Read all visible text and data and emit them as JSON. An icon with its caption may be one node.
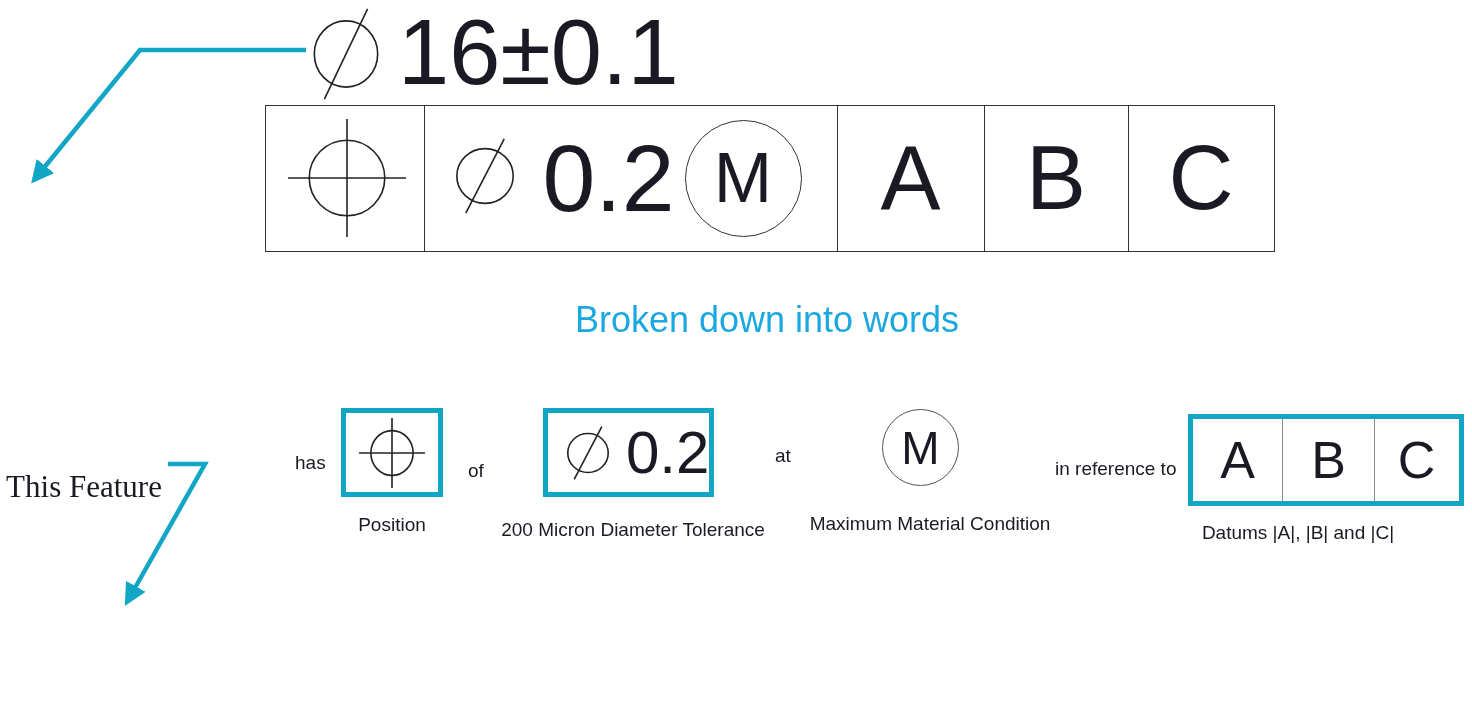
{
  "diagram": {
    "nodes": [
      {
        "text": [
          "16±0.1"
        ]
      },
      {
        "text": [],
        "shape": "box"
      },
      {
        "text": [],
        "shape": "box",
        "in": 1
      },
      {
        "text": [
          "0.2"
        ],
        "in": 1
      },
      {
        "text": [
          "M"
        ],
        "in": 3
      },
      {
        "text": [
          "A"
        ],
        "in": 1
      },
      {
        "text": [
          "B"
        ],
        "in": 1
      },
      {
        "text": [
          "C"
        ],
        "in": 1
      },
      {
        "text": [
          "This Feature"
        ]
      },
      {
        "text": [],
        "shape": "box",
        "beside": [
          "Position"
        ]
      },
      {
        "text": [
          "0.2"
        ],
        "beside": [
          "200 Micron Diameter Tolerance"
        ]
      },
      {
        "text": [
          "M"
        ],
        "beside": [
          "Maximum Material Condition"
        ]
      },
      {
        "text": [],
        "shape": "box",
        "beside": [
          "Datums |A|, |B| and |C|"
        ]
      },
      {
        "text": [
          "A"
        ],
        "in": 12
      },
      {
        "text": [
          "B"
        ],
        "in": 12
      },
      {
        "text": [
          "C"
        ],
        "in": 12
      }
    ],
    "edges": [
      {
        "from": 0,
        "to": null,
        "arrow": "to"
      },
      {
        "from": 8,
        "to": null,
        "arrow": "to"
      }
    ],
    "labels": [
      "Broken down into words",
      "has",
      "of",
      "at",
      "in reference to"
    ]
  }
}
